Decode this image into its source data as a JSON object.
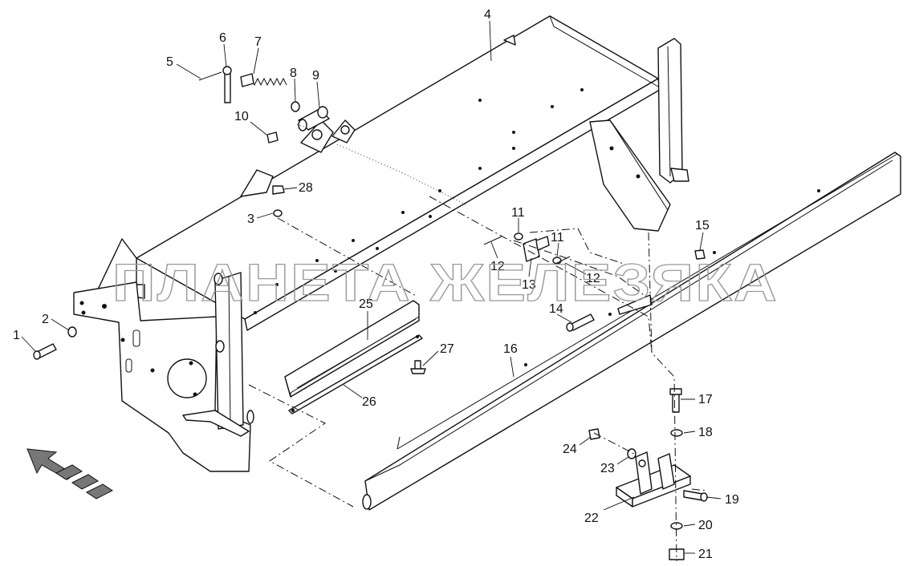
{
  "callouts": [
    {
      "n": "1"
    },
    {
      "n": "2"
    },
    {
      "n": "3"
    },
    {
      "n": "4"
    },
    {
      "n": "5"
    },
    {
      "n": "6"
    },
    {
      "n": "7"
    },
    {
      "n": "8"
    },
    {
      "n": "9"
    },
    {
      "n": "10"
    },
    {
      "n": "11"
    },
    {
      "n": "11"
    },
    {
      "n": "12"
    },
    {
      "n": "12"
    },
    {
      "n": "13"
    },
    {
      "n": "14"
    },
    {
      "n": "15"
    },
    {
      "n": "16"
    },
    {
      "n": "17"
    },
    {
      "n": "18"
    },
    {
      "n": "19"
    },
    {
      "n": "20"
    },
    {
      "n": "21"
    },
    {
      "n": "22"
    },
    {
      "n": "23"
    },
    {
      "n": "24"
    },
    {
      "n": "25"
    },
    {
      "n": "26"
    },
    {
      "n": "27"
    },
    {
      "n": "28"
    }
  ],
  "watermark": {
    "text": "ПЛАНЕТА ЖЕЛЕЗЯКА"
  },
  "colors": {
    "line": "#111111",
    "watermark": "#9a9a9a",
    "background": "#ffffff"
  }
}
